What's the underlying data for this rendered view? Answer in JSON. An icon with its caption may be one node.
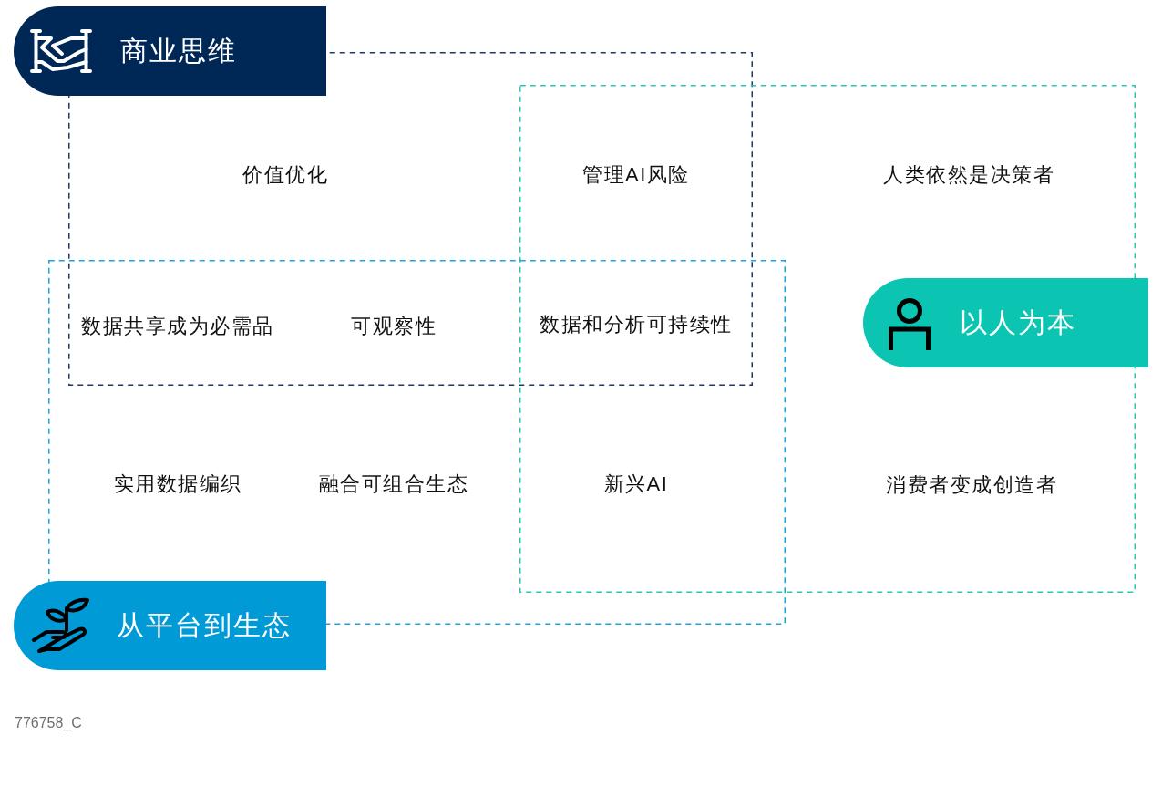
{
  "diagram": {
    "nodes": [
      {
        "text": [
          "商业思维"
        ]
      },
      {
        "text": [
          "以人为本"
        ]
      },
      {
        "text": [
          "从平台到生态"
        ]
      }
    ],
    "labels": [
      "价值优化",
      "管理AI风险",
      "人类依然是决策者",
      "数据共享成为必需品",
      "可观察性",
      "数据和分析可持续性",
      "实用数据编织",
      "融合可组合生态",
      "新兴AI",
      "消费者变成创造者",
      "776758_C"
    ]
  }
}
